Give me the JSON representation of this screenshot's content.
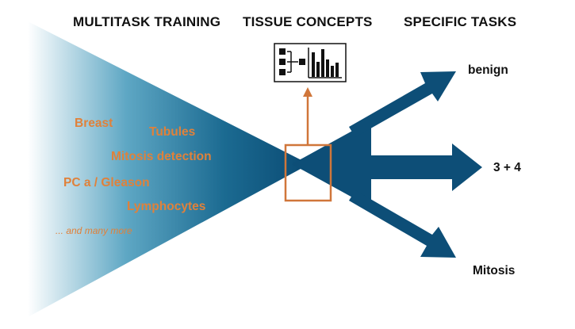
{
  "headers": {
    "multitask_training": "MULTITASK TRAINING",
    "tissue_concepts": "TISSUE CONCEPTS",
    "specific_tasks": "SPECIFIC TASKS"
  },
  "training_tasks": {
    "breast": "Breast",
    "tubules": "Tubules",
    "mitosis_detection": "Mitosis detection",
    "pca_gleason": "PC a / Gleason",
    "lymphocytes": "Lymphocytes",
    "more": "... and many more"
  },
  "specific_tasks": {
    "benign": "benign",
    "grade": "3 + 4",
    "mitosis": "Mitosis"
  },
  "icons": {
    "concept_icon": "tree-and-bar-chart-icon"
  },
  "colors": {
    "funnel_dark": "#0a4a73",
    "funnel_light": "#ffffff",
    "accent_orange": "#d0763a",
    "label_orange": "#e0813a",
    "arrow_blue": "#0d4e77"
  }
}
